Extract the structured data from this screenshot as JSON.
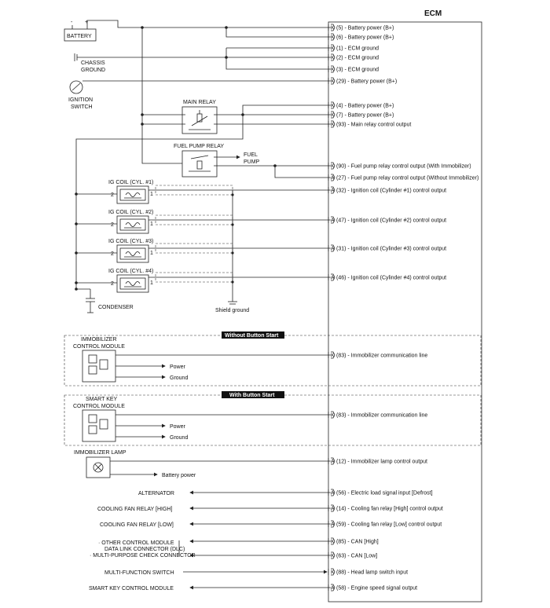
{
  "ecm": {
    "title": "ECM",
    "pins": [
      {
        "pin": "K(5)",
        "desc": "Battery power (B+)"
      },
      {
        "pin": "K(6)",
        "desc": "Battery power (B+)"
      },
      {
        "pin": "K(1)",
        "desc": "ECM ground"
      },
      {
        "pin": "K(2)",
        "desc": "ECM ground"
      },
      {
        "pin": "K(3)",
        "desc": "ECM ground"
      },
      {
        "pin": "K(29)",
        "desc": "Battery power (B+)"
      },
      {
        "pin": "K(4)",
        "desc": "Battery power (B+)"
      },
      {
        "pin": "K(7)",
        "desc": "Battery power (B+)"
      },
      {
        "pin": "K(93)",
        "desc": "Main relay control output"
      },
      {
        "pin": "K(90)",
        "desc": "Fuel pump relay control output (With Immobilizer)"
      },
      {
        "pin": "A(27)",
        "desc": "Fuel pump relay control output (Without Immobilizer)"
      },
      {
        "pin": "A(32)",
        "desc": "Ignition coil (Cylinder #1) control output"
      },
      {
        "pin": "A(47)",
        "desc": "Ignition coil (Cylinder #2) control output"
      },
      {
        "pin": "A(31)",
        "desc": "Ignition coil (Cylinder #3) control output"
      },
      {
        "pin": "A(46)",
        "desc": "Ignition coil (Cylinder #4) control output"
      },
      {
        "pin": "K(83)",
        "desc": "Immobilizer communication line"
      },
      {
        "pin": "K(83)",
        "desc": "Immobilizer communication line"
      },
      {
        "pin": "A(12)",
        "desc": "Immobilizer lamp control output"
      },
      {
        "pin": "A(56)",
        "desc": "Electric load signal input [Defrost]"
      },
      {
        "pin": "A(14)",
        "desc": "Cooling fan relay [High] control output"
      },
      {
        "pin": "A(59)",
        "desc": "Cooling fan relay [Low] control output"
      },
      {
        "pin": "K(85)",
        "desc": "CAN [High]"
      },
      {
        "pin": "K(63)",
        "desc": "CAN [Low]"
      },
      {
        "pin": "K(88)",
        "desc": "Head lamp switch input"
      },
      {
        "pin": "A(58)",
        "desc": "Engine speed signal output"
      }
    ]
  },
  "components": {
    "battery": "BATTERY",
    "battery_minus": "-",
    "battery_plus": "+",
    "chassis_ground_1": "CHASSIS",
    "chassis_ground_2": "GROUND",
    "ignition_switch_1": "IGNITION",
    "ignition_switch_2": "SWITCH",
    "main_relay": "MAIN RELAY",
    "fuel_pump_relay": "FUEL PUMP RELAY",
    "fuel_pump_1": "FUEL",
    "fuel_pump_2": "PUMP",
    "ig_coils": [
      "IG COIL (CYL. #1)",
      "IG COIL (CYL. #2)",
      "IG COIL (CYL. #3)",
      "IG COIL (CYL. #4)"
    ],
    "coil_pin_2": "2",
    "coil_pin_1": "1",
    "condenser": "CONDENSER",
    "shield_ground": "Shield ground"
  },
  "sections": {
    "without_button_start": "Without Button Start",
    "with_button_start": "With Button Start",
    "immobilizer_module_1": "IMMOBILIZER",
    "immobilizer_module_2": "CONTROL MODULE",
    "smart_key_module_1": "SMART KEY",
    "smart_key_module_2": "CONTROL MODULE",
    "power": "Power",
    "ground": "Ground",
    "immobilizer_lamp": "IMMOBILIZER LAMP",
    "battery_power": "Battery power"
  },
  "peripherals": {
    "alternator": "ALTERNATOR",
    "fan_high": "COOLING FAN RELAY [HIGH]",
    "fan_low": "COOLING FAN RELAY [LOW]",
    "other_module": "· OTHER CONTROL MODULE",
    "dlc": "DATA LINK CONNECTOR (DLC)",
    "mpc": "· MULTI-PURPOSE CHECK CONNECTOR",
    "multifunction_switch": "MULTI-FUNCTION SWITCH",
    "smart_key_module": "SMART KEY CONTROL MODULE"
  }
}
